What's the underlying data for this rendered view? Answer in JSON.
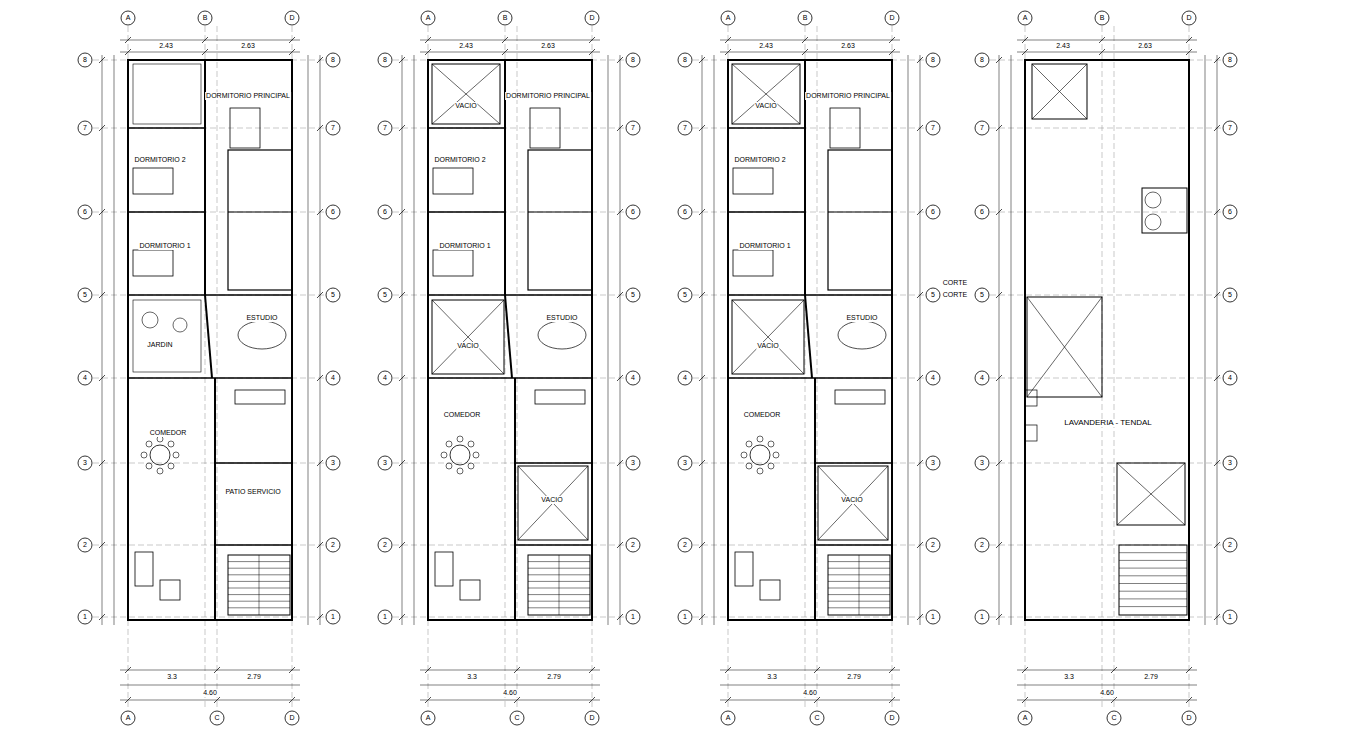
{
  "diagram": {
    "nodes": [
      {
        "text": [
          "DORMITORIO PRINCIPAL"
        ]
      },
      {
        "text": [
          "DORMITORIO 2"
        ]
      },
      {
        "text": [
          "DORMITORIO 1"
        ]
      },
      {
        "text": [
          "JARDIN"
        ]
      },
      {
        "text": [
          "ESTUDIO"
        ]
      },
      {
        "text": [
          "COMEDOR"
        ]
      },
      {
        "text": [
          "PATIO SERVICIO"
        ]
      },
      {
        "text": [
          "VACIO"
        ]
      },
      {
        "text": [
          "DORMITORIO PRINCIPAL"
        ]
      },
      {
        "text": [
          "DORMITORIO 2"
        ]
      },
      {
        "text": [
          "DORMITORIO 1"
        ]
      },
      {
        "text": [
          "VACIO"
        ]
      },
      {
        "text": [
          "ESTUDIO"
        ]
      },
      {
        "text": [
          "COMEDOR"
        ]
      },
      {
        "text": [
          "VACIO"
        ]
      },
      {
        "text": [
          "VACIO"
        ]
      },
      {
        "text": [
          "DORMITORIO PRINCIPAL"
        ]
      },
      {
        "text": [
          "DORMITORIO 2"
        ]
      },
      {
        "text": [
          "DORMITORIO 1"
        ]
      },
      {
        "text": [
          "VACIO"
        ]
      },
      {
        "text": [
          "ESTUDIO"
        ]
      },
      {
        "text": [
          "COMEDOR"
        ]
      },
      {
        "text": [
          "VACIO"
        ]
      },
      {
        "text": [
          "LAVANDERIA - TENDAL"
        ]
      }
    ],
    "edges": [],
    "labels": [
      "A",
      "B",
      "D",
      "A",
      "C",
      "D",
      "8",
      "7",
      "6",
      "5",
      "4",
      "3",
      "2",
      "1",
      "8",
      "7",
      "6",
      "5",
      "4",
      "3",
      "2",
      "1",
      "2.43",
      "2.63",
      "3.3",
      "2.79",
      "4.60",
      "A",
      "B",
      "D",
      "A",
      "C",
      "D",
      "8",
      "7",
      "6",
      "5",
      "4",
      "3",
      "2",
      "1",
      "8",
      "7",
      "6",
      "5",
      "4",
      "3",
      "2",
      "1",
      "2.43",
      "2.63",
      "3.3",
      "2.79",
      "4.60",
      "A",
      "B",
      "D",
      "A",
      "C",
      "D",
      "8",
      "7",
      "6",
      "5",
      "4",
      "3",
      "2",
      "1",
      "8",
      "7",
      "6",
      "5",
      "4",
      "3",
      "2",
      "1",
      "2.43",
      "2.63",
      "3.3",
      "2.79",
      "4.60",
      "A",
      "B",
      "D",
      "A",
      "C",
      "D",
      "8",
      "7",
      "6",
      "5",
      "4",
      "3",
      "2",
      "1",
      "8",
      "7",
      "6",
      "5",
      "4",
      "3",
      "2",
      "1",
      "2.43",
      "2.63",
      "3.3",
      "2.79",
      "4.60",
      "CORTE",
      "CORTE"
    ]
  }
}
